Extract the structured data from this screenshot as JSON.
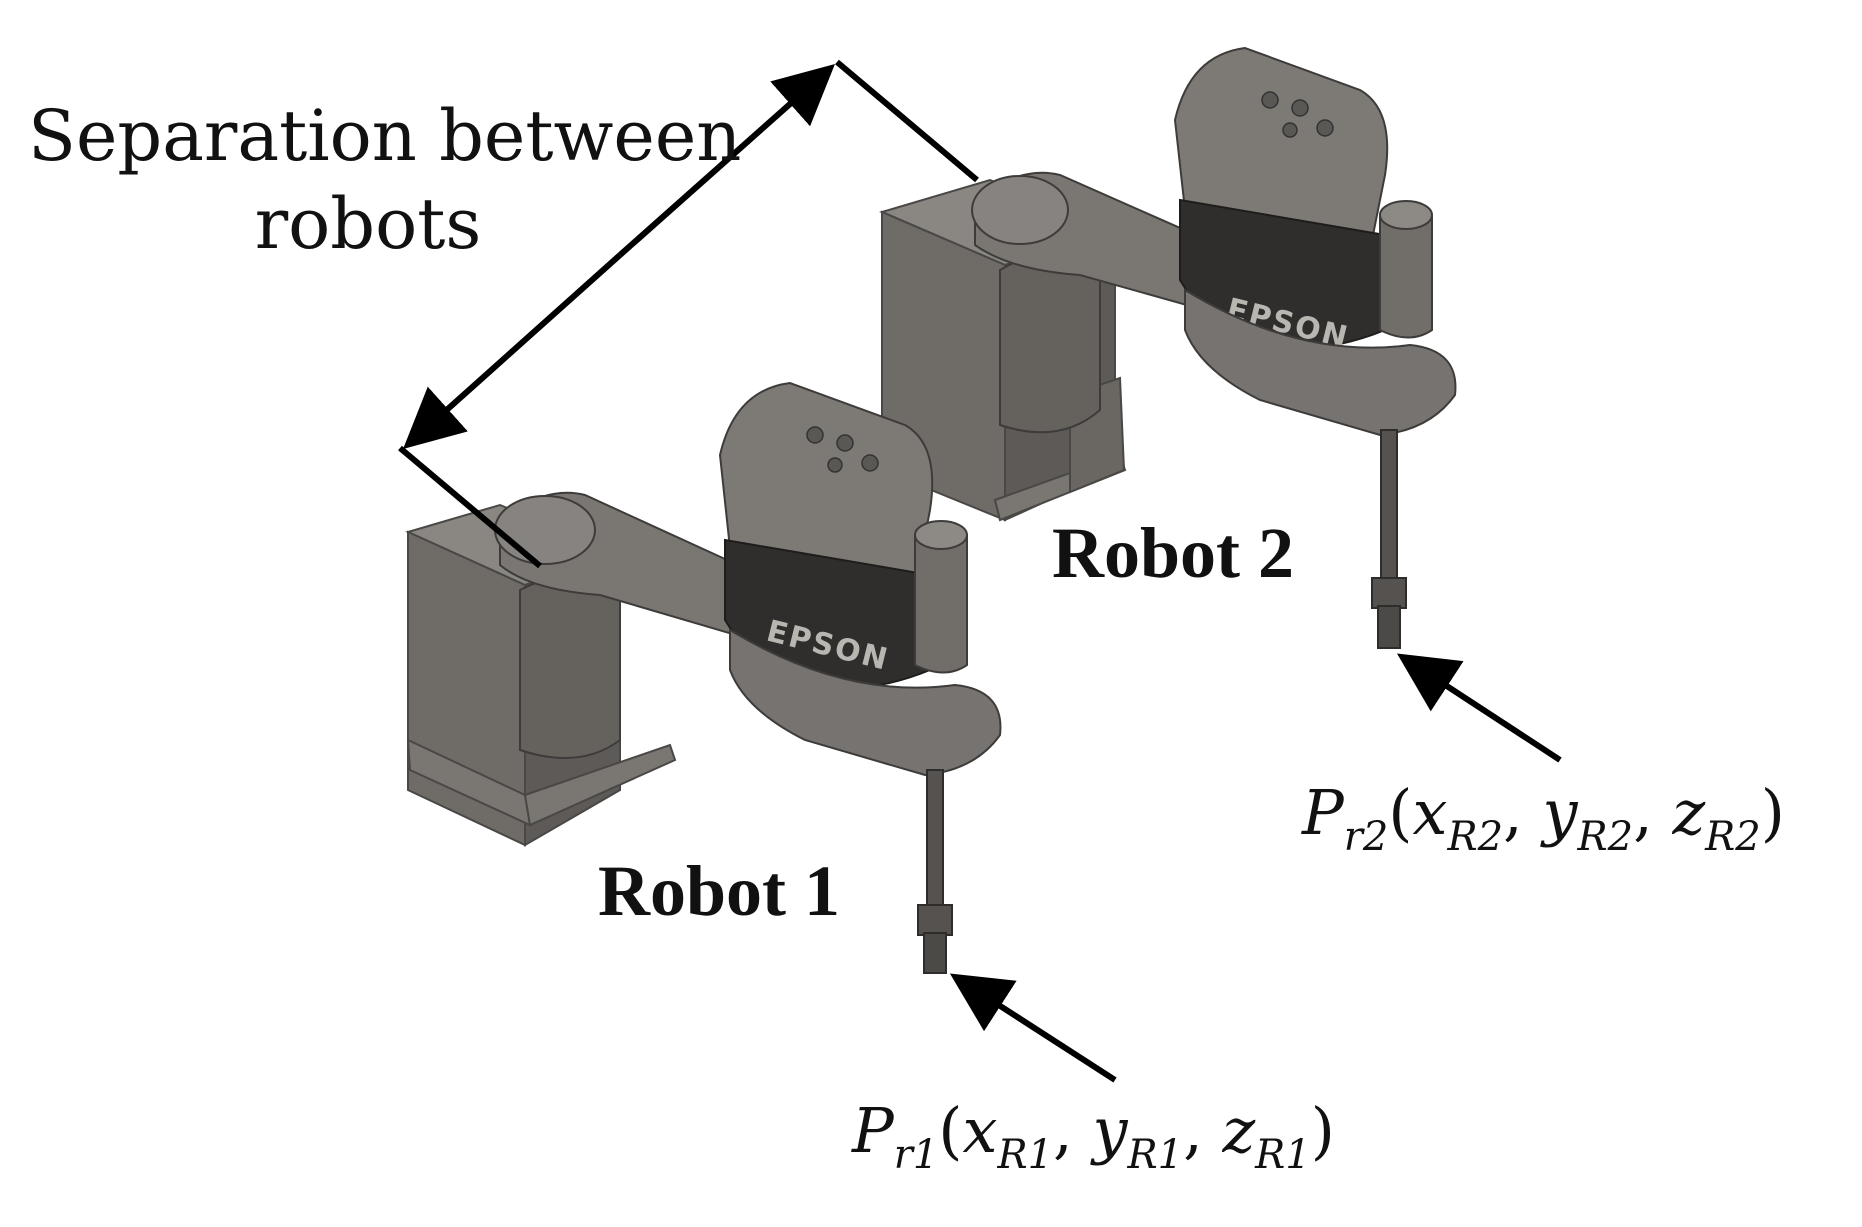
{
  "figure": {
    "separation_label_line1": "Separation between",
    "separation_label_line2": "robots",
    "robot1": {
      "label": "Robot 1",
      "logo": "EPSON",
      "coord": {
        "P": "P",
        "sub": "r1",
        "x": "x",
        "xsub": "R1",
        "y": "y",
        "ysub": "R1",
        "z": "z",
        "zsub": "R1"
      }
    },
    "robot2": {
      "label": "Robot 2",
      "logo": "EPSON",
      "coord": {
        "P": "P",
        "sub": "r2",
        "x": "x",
        "xsub": "R2",
        "y": "y",
        "ysub": "R2",
        "z": "z",
        "zsub": "R2"
      }
    },
    "colors": {
      "robot_body": "#6f6c68",
      "robot_dark": "#3e3c3a",
      "robot_band": "#2f2e2d",
      "robot_light": "#8a8783",
      "arrow": "#000000",
      "text": "#111111"
    }
  }
}
